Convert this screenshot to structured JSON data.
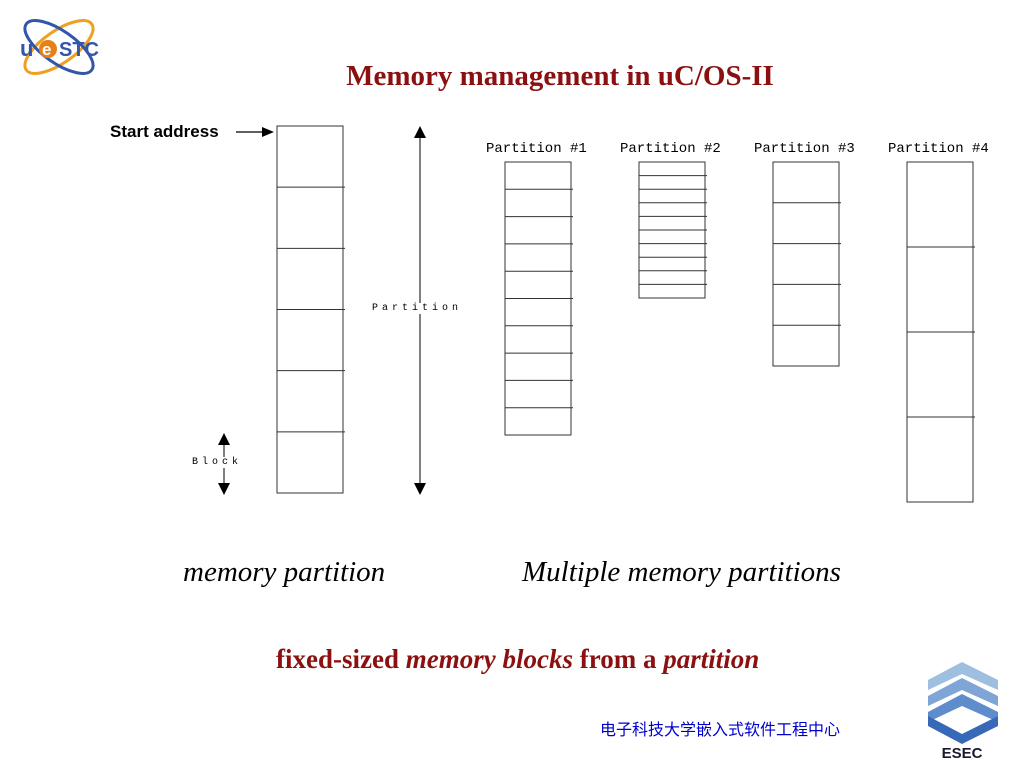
{
  "header": {
    "title": "Memory management in uC/OS-II"
  },
  "logos": {
    "left_logo_text": "uestc",
    "right_logo_text": "ESEC"
  },
  "diagram": {
    "start_address_label": "Start address",
    "partition_label": "Partition",
    "block_label": "Block",
    "single_partition_blocks": 6,
    "partitions": [
      {
        "label": "Partition #1",
        "blocks": 10
      },
      {
        "label": "Partition #2",
        "blocks": 10
      },
      {
        "label": "Partition #3",
        "blocks": 5
      },
      {
        "label": "Partition #4",
        "blocks": 4
      }
    ]
  },
  "captions": {
    "left": "memory partition",
    "right": "Multiple memory partitions"
  },
  "summary": {
    "part1": "fixed-sized ",
    "part2": "memory blocks",
    "part3": " from a ",
    "part4": "partition"
  },
  "footer": {
    "org": "电子科技大学嵌入式软件工程中心"
  }
}
